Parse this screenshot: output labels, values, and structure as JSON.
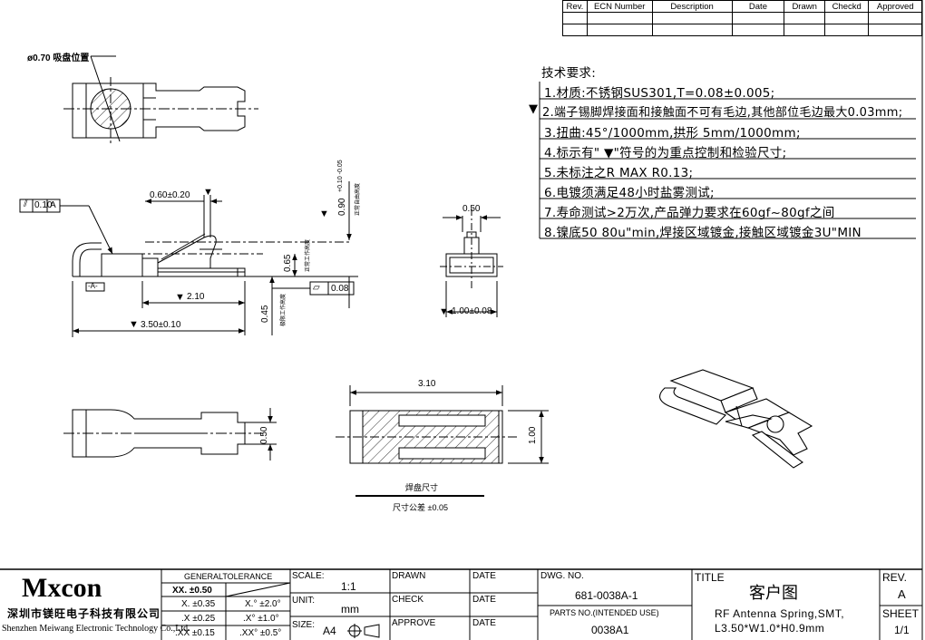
{
  "revision_table": {
    "headers": [
      "Rev.",
      "ECN Number",
      "Description",
      "Date",
      "Drawn",
      "Checkd",
      "Approved"
    ]
  },
  "tech_requirements": {
    "title": "技术要求:",
    "items": [
      "1.材质:不锈钢SUS301,T=0.08±0.005;",
      "2.端子锡脚焊接面和接触面不可有毛边,其他部位毛边最大0.03mm;",
      "3.扭曲:45°/1000mm,拱形 5mm/1000mm;",
      "4.标示有\" ▼\"符号的为重点控制和检验尺寸;",
      "5.未标注之R MAX R0.13;",
      "6.电镀须满足48小时盐雾测试;",
      "7.寿命测试>2万次,产品弹力要求在60gf~80gf之间",
      "8.镍底50 80u\"min,焊接区域镀金,接触区域镀金3U\"MIN"
    ],
    "key_marker": "▼"
  },
  "drawing_labels": {
    "suction_position": "ø0.70 吸盘位置",
    "flatness_tol": "0.10",
    "datum": "A",
    "datum_flag": "-A-",
    "dim_060": "0.60±0.20",
    "dim_090": "0.90",
    "dim_090_tol": "+0.10 -0.05",
    "free_height": "正常自由高度",
    "dim_065": "0.65",
    "work_height": "正常工作高度",
    "flat_tol2": "0.08",
    "dim_210": "2.10",
    "dim_045": "0.45",
    "limit_height": "极限工作高度",
    "dim_350": "3.50±0.10",
    "dim_050_side": "0.50",
    "dim_100_side": "1.00±0.08",
    "dim_050_bottom": "0.50",
    "dim_310": "3.10",
    "dim_100_pad": "1.00",
    "pad_size": "焊盘尺寸",
    "pad_tolerance": "尺寸公差 ±0.05"
  },
  "title_block": {
    "logo": "Mxcon",
    "company_cn": "深圳市镁旺电子科技有限公司",
    "company_en": "Shenzhen Meiwang Electronic Technology Co.,Ltd.",
    "general_tolerance_label": "GENERALTOLERANCE",
    "tolerances": [
      {
        "a": "XX. ±0.50",
        "b": ""
      },
      {
        "a": "X. ±0.35",
        "b": "X.° ±2.0°"
      },
      {
        "a": ".X ±0.25",
        "b": ".X° ±1.0°"
      },
      {
        "a": ".XX ±0.15",
        "b": ".XX° ±0.5°"
      }
    ],
    "scale_label": "SCALE:",
    "scale_value": "1:1",
    "unit_label": "UNIT:",
    "unit_value": "mm",
    "size_label": "SIZE:",
    "size_value": "A4",
    "drawn_label": "DRAWN",
    "check_label": "CHECK",
    "approve_label": "APPROVE",
    "date_label": "DATE",
    "dwg_no_label": "DWG. NO.",
    "dwg_no": "681-0038A-1",
    "parts_no_label": "PARTS NO.(INTENDED USE)",
    "parts_no": "0038A1",
    "title_label": "TITLE",
    "title_cn": "客户图",
    "title_desc_1": "RF Antenna Spring,SMT,",
    "title_desc_2": "L3.50*W1.0*H0.9mm",
    "rev_label": "REV.",
    "rev_value": "A",
    "sheet_label": "SHEET",
    "sheet_value": "1/1"
  }
}
